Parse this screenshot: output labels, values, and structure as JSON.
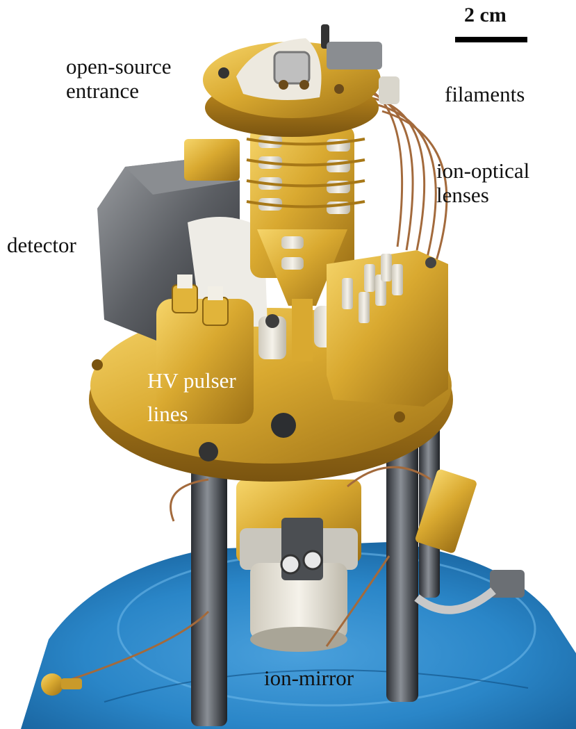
{
  "labels": {
    "open_source_entrance": [
      "open-source",
      "entrance"
    ],
    "filaments": "filaments",
    "ion_optical_lenses": [
      "ion-optical",
      "lenses"
    ],
    "detector": "detector",
    "hv_pulser_lines": [
      "HV pulser",
      "lines"
    ],
    "ion_mirror": "ion-mirror"
  },
  "scale_bar": {
    "label": "2 cm"
  },
  "colors": {
    "background": "#ffffff",
    "base_blue": "#1f78b8",
    "gold_flange": "#d2a42e",
    "ceramic": "#ebe7dc",
    "steel": "#5f6266",
    "copper_wire": "#a36a3c"
  }
}
